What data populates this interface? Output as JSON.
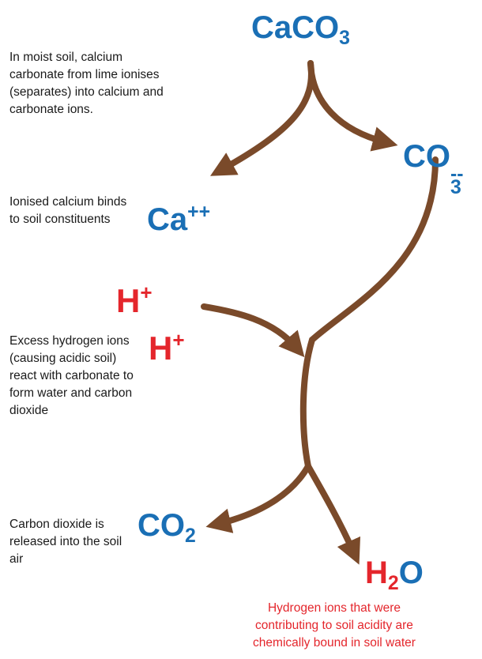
{
  "colors": {
    "arrow": "#7a4a2a",
    "formula_blue": "#1a6fb5",
    "formula_red": "#e4262c",
    "note_text": "#1a1a1a"
  },
  "formulas": {
    "caco3": {
      "main": "CaCO",
      "sub": "3"
    },
    "co3": {
      "main": "CO",
      "sub": "3",
      "sup": "--"
    },
    "ca": {
      "main": "Ca",
      "sup": "++"
    },
    "h1": {
      "main": "H",
      "sup": "+"
    },
    "h2": {
      "main": "H",
      "sup": "+"
    },
    "co2": {
      "main": "CO",
      "sub": "2"
    },
    "h2o": {
      "h": "H",
      "sub": "2",
      "o": "O"
    }
  },
  "notes": {
    "ionise": "In moist soil, calcium carbonate from lime ionises (separates) into calcium and carbonate ions.",
    "calcium": "Ionised calcium binds to soil constituents",
    "hydrogen": "Excess hydrogen ions (causing acidic soil) react with carbonate to form water and carbon dioxide",
    "co2": "Carbon dioxide is released into the soil air",
    "water": "Hydrogen ions that were contributing to soil acidity are chemically bound in soil water"
  }
}
